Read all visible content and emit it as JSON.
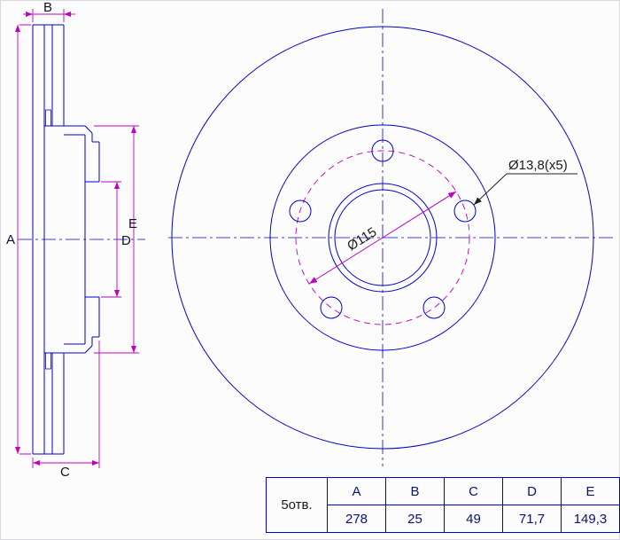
{
  "drawing": {
    "title": "brake-disc-technical-drawing",
    "dim_labels": {
      "A": "A",
      "B": "B",
      "C": "C",
      "D": "D",
      "E": "E"
    },
    "annotations": {
      "bolt_holes": "Ø13,8(x5)",
      "pcd": "Ø115"
    },
    "colors": {
      "line_blue": "#0000cd",
      "dimension_magenta": "#c000c0",
      "text": "#1a1a1a"
    }
  },
  "table": {
    "row_label": "5отв.",
    "columns": [
      "A",
      "B",
      "C",
      "D",
      "E"
    ],
    "values": [
      "278",
      "25",
      "49",
      "71,7",
      "149,3"
    ]
  }
}
